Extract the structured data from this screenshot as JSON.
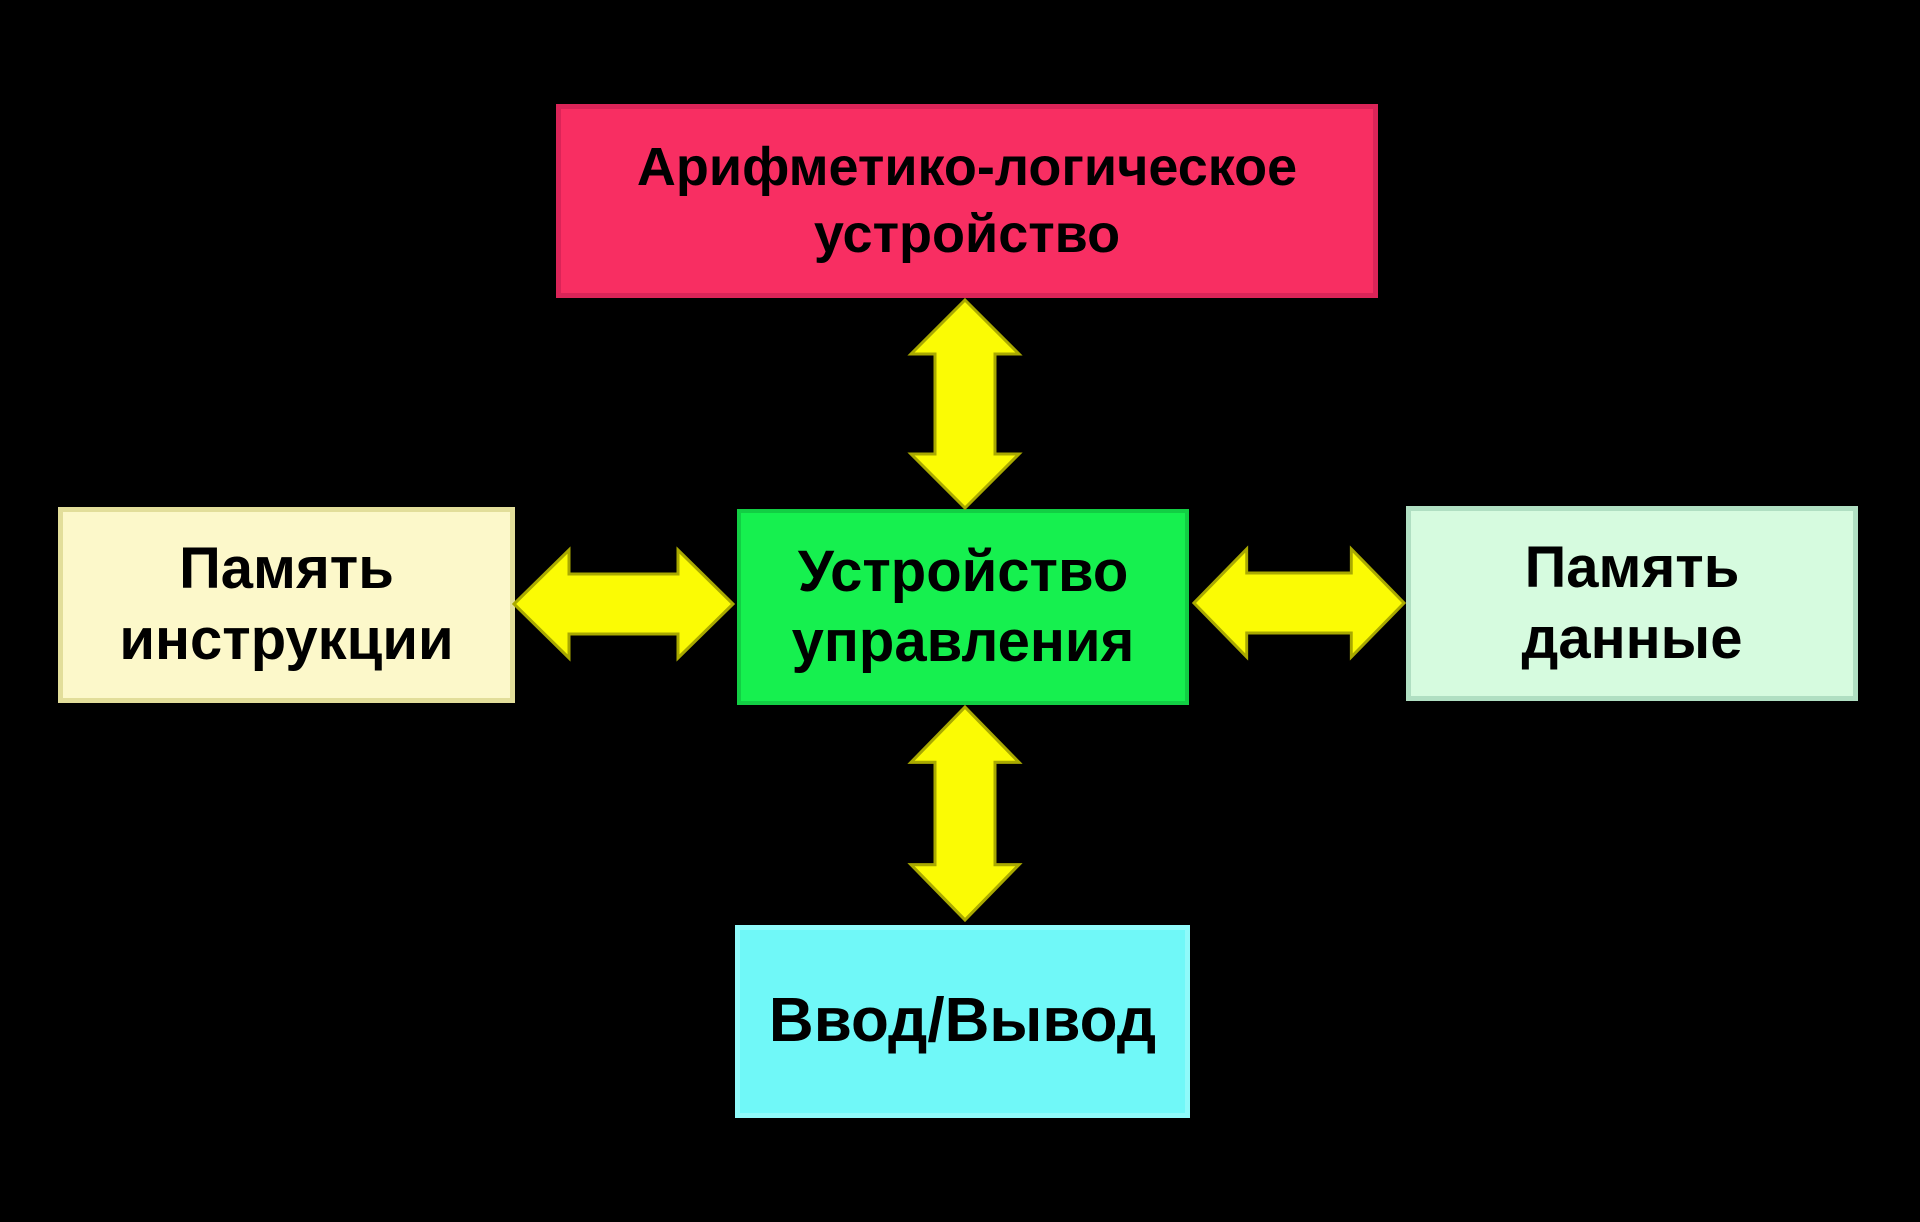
{
  "diagram": {
    "background_color": "#000000",
    "text_color": "#000000",
    "arrow_style": {
      "fill": "#FBFB04",
      "stroke": "#A9A900",
      "type": "double-headed"
    },
    "nodes": {
      "alu": {
        "label": "Арифметико-логическое\nустройство",
        "fill": "#F82E62",
        "border": "#DB2458"
      },
      "control_unit": {
        "label": "Устройство\nуправления",
        "fill": "#16F04F",
        "border": "#12CE44"
      },
      "instruction_memory": {
        "label": "Память\nинструкции",
        "fill": "#FCF8CA",
        "border": "#E2DE9A"
      },
      "data_memory": {
        "label": "Память\nданные",
        "fill": "#D6FBDF",
        "border": "#B0DFC2"
      },
      "io": {
        "label": "Ввод/Вывод",
        "fill": "#70F8F8",
        "border": "#8FFAFA"
      }
    },
    "connections": [
      {
        "between": [
          "alu",
          "control_unit"
        ],
        "type": "bidirectional"
      },
      {
        "between": [
          "instruction_memory",
          "control_unit"
        ],
        "type": "bidirectional"
      },
      {
        "between": [
          "control_unit",
          "data_memory"
        ],
        "type": "bidirectional"
      },
      {
        "between": [
          "control_unit",
          "io"
        ],
        "type": "bidirectional"
      }
    ]
  }
}
